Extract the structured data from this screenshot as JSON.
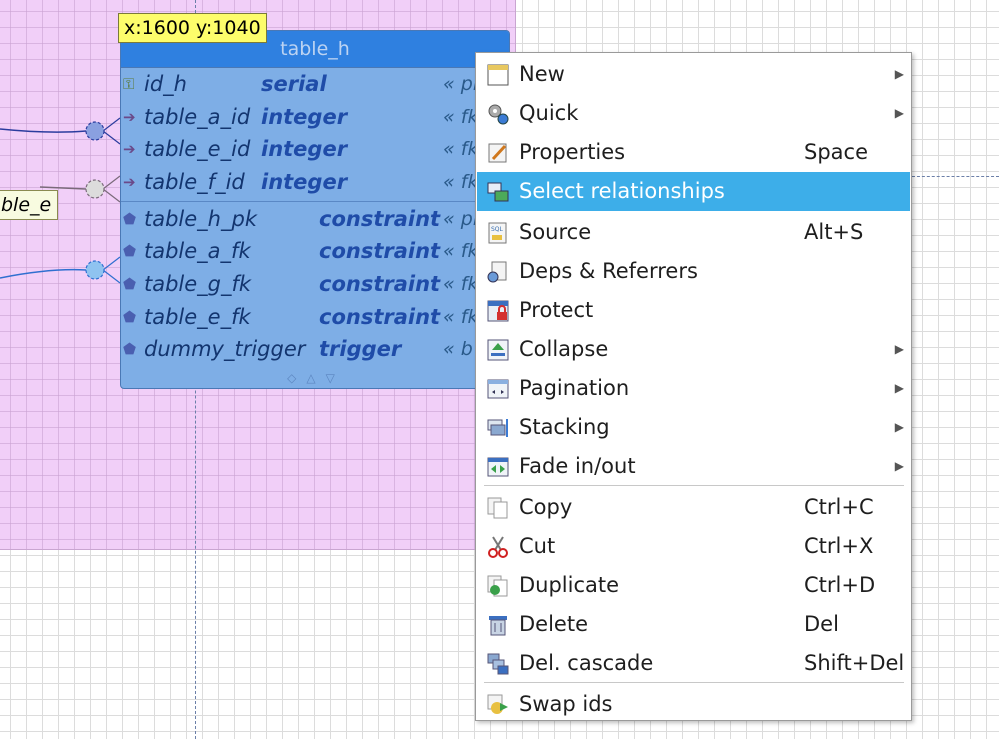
{
  "coord_tooltip": "x:1600 y:1040",
  "relationship_label": "ble_e",
  "table": {
    "title": "table_h",
    "columns": [
      {
        "icon": "key-icon",
        "name": "id_h",
        "type": "serial",
        "kind": "« pk"
      },
      {
        "icon": "fk-arrow-icon",
        "name": "table_a_id",
        "type": "integer",
        "kind": "« fk"
      },
      {
        "icon": "fk-arrow-icon",
        "name": "table_e_id",
        "type": "integer",
        "kind": "« fk"
      },
      {
        "icon": "fk-arrow-icon",
        "name": "table_f_id",
        "type": "integer",
        "kind": "« fk"
      }
    ],
    "extended": [
      {
        "icon": "constraint-icon",
        "name": "table_h_pk",
        "type": "constraint",
        "kind": "« pk"
      },
      {
        "icon": "constraint-icon",
        "name": "table_a_fk",
        "type": "constraint",
        "kind": "« fk"
      },
      {
        "icon": "constraint-icon",
        "name": "table_g_fk",
        "type": "constraint",
        "kind": "« fk"
      },
      {
        "icon": "constraint-icon",
        "name": "table_e_fk",
        "type": "constraint",
        "kind": "« fk"
      },
      {
        "icon": "trigger-icon",
        "name": "dummy_trigger",
        "type": "trigger",
        "kind": "« b"
      }
    ]
  },
  "context_menu": {
    "items": [
      {
        "label": "New",
        "shortcut": "",
        "submenu": true,
        "icon": "new-object-icon"
      },
      {
        "label": "Quick",
        "shortcut": "",
        "submenu": true,
        "icon": "quick-gears-icon"
      },
      {
        "label": "Properties",
        "shortcut": "Space",
        "submenu": false,
        "icon": "properties-icon"
      },
      {
        "label": "Select relationships",
        "shortcut": "",
        "submenu": false,
        "icon": "select-relationships-icon",
        "highlighted": true
      },
      {
        "label": "Source",
        "shortcut": "Alt+S",
        "submenu": false,
        "icon": "sql-source-icon"
      },
      {
        "label": "Deps & Referrers",
        "shortcut": "",
        "submenu": false,
        "icon": "dependencies-icon"
      },
      {
        "label": "Protect",
        "shortcut": "",
        "submenu": false,
        "icon": "lock-icon"
      },
      {
        "label": "Collapse",
        "shortcut": "",
        "submenu": true,
        "icon": "collapse-icon"
      },
      {
        "label": "Pagination",
        "shortcut": "",
        "submenu": true,
        "icon": "pagination-icon"
      },
      {
        "label": "Stacking",
        "shortcut": "",
        "submenu": true,
        "icon": "stacking-icon"
      },
      {
        "label": "Fade in/out",
        "shortcut": "",
        "submenu": true,
        "icon": "fade-icon"
      },
      {
        "label": "Copy",
        "shortcut": "Ctrl+C",
        "submenu": false,
        "icon": "copy-icon"
      },
      {
        "label": "Cut",
        "shortcut": "Ctrl+X",
        "submenu": false,
        "icon": "scissors-icon"
      },
      {
        "label": "Duplicate",
        "shortcut": "Ctrl+D",
        "submenu": false,
        "icon": "duplicate-icon"
      },
      {
        "label": "Delete",
        "shortcut": "Del",
        "submenu": false,
        "icon": "delete-icon"
      },
      {
        "label": "Del. cascade",
        "shortcut": "Shift+Del",
        "submenu": false,
        "icon": "delete-cascade-icon"
      },
      {
        "label": "Swap ids",
        "shortcut": "",
        "submenu": false,
        "icon": "swap-ids-icon"
      }
    ]
  },
  "colors": {
    "schema_area": "#efc8f7",
    "table_body": "#7eaee6",
    "table_header": "#2f80e0",
    "menu_highlight": "#3daee9"
  }
}
